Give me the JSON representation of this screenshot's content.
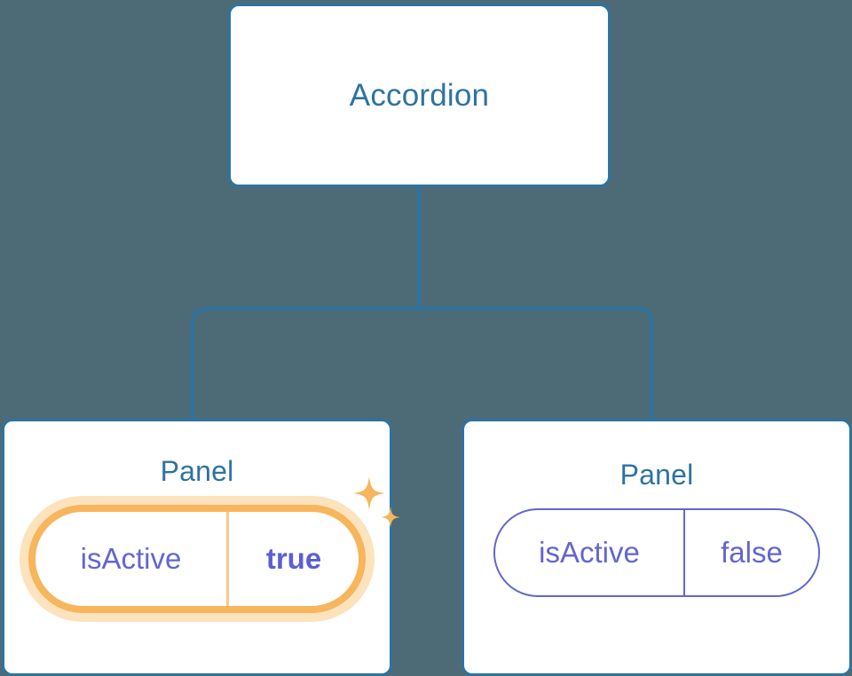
{
  "diagram": {
    "type": "component-tree",
    "background_color": "#4c6b76",
    "node_border_color": "#2e73a0",
    "title_color": "#2e73a0",
    "prop_color": "#6366ce",
    "highlight_color": "#f7b55c",
    "highlight_glow_color": "#fce3bd",
    "bold_value_color": "#5b5fd4"
  },
  "root": {
    "label": "Accordion"
  },
  "children": [
    {
      "label": "Panel",
      "prop": {
        "key": "isActive",
        "value": "true",
        "highlighted": true,
        "bold_value": true
      },
      "sparkle_big": "sparkle-icon",
      "sparkle_small": "sparkle-icon"
    },
    {
      "label": "Panel",
      "prop": {
        "key": "isActive",
        "value": "false",
        "highlighted": false,
        "bold_value": false
      }
    }
  ]
}
